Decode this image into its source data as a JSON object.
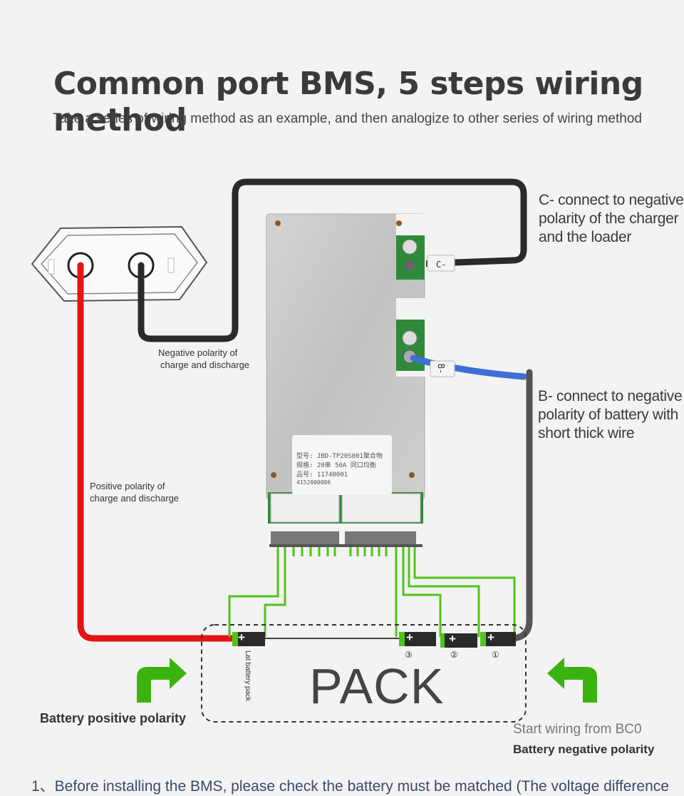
{
  "title": "Common port BMS, 5 steps wiring method",
  "subtitle": "Take a series of wiring method as an example, and then analogize to other series of wiring method",
  "labels": {
    "c_minus": [
      "C- connect to negative",
      "polarity of the charger",
      "and the loader"
    ],
    "b_minus": [
      "B- connect to negative",
      "polarity of battery with",
      "short thick wire"
    ],
    "negative_polarity": [
      "Negative polarity of",
      "charge and discharge"
    ],
    "positive_polarity": [
      "Positive polarity of",
      "charge and discharge"
    ],
    "battery_positive": "Battery positive polarity",
    "battery_negative": "Battery negative polarity",
    "start_wiring": "Start wiring from BC0",
    "pack": "PACK",
    "last_battery_pack": "Lat battery pack"
  },
  "wire_tags": {
    "c": "C-",
    "b": "B-"
  },
  "cells": [
    {
      "symbol": "+",
      "number": "③"
    },
    {
      "symbol": "+",
      "number": "②"
    },
    {
      "symbol": "+",
      "number": "①"
    }
  ],
  "last_cell_symbol": "+",
  "pcb_sticker": {
    "line1": "型号: JBD-TP20S001聚合物",
    "line2": "规格: 20串 50A  同口均衡",
    "line3": "品号: 11740001",
    "barcode": "4152000086"
  },
  "note": "1、Before installing the BMS, please check the battery must be matched (The voltage difference",
  "colors": {
    "positive_wire": "#e41414",
    "negative_wire": "#2a2a2a",
    "b_wire": "#3d6fd6",
    "balance_wire": "#4fc41a",
    "arrow": "#3bb30f",
    "bms_body": "#c7c7c7"
  },
  "icons": [
    "plug-icon",
    "left-arrow-icon",
    "right-arrow-icon"
  ]
}
